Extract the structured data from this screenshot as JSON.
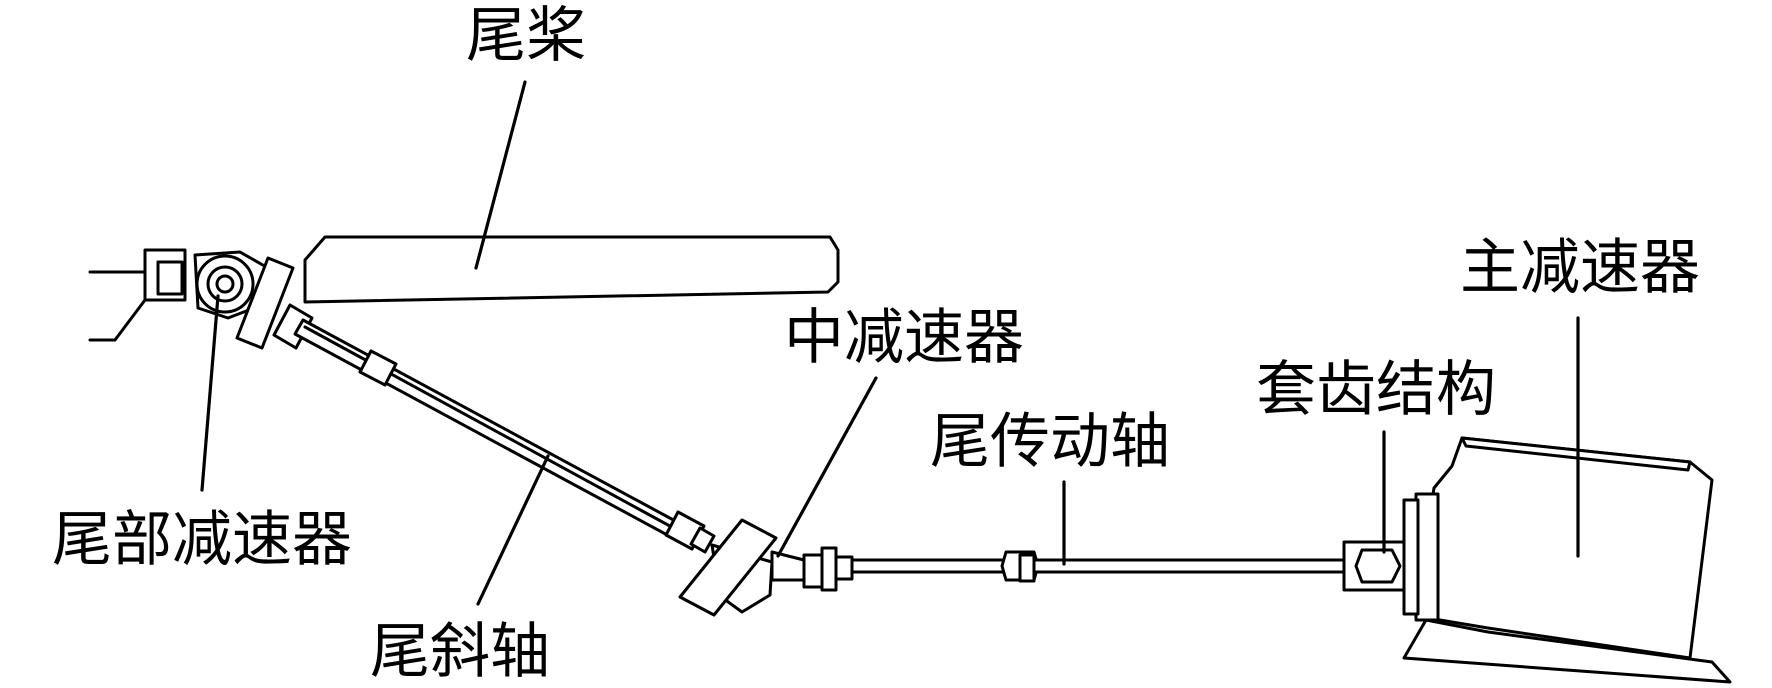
{
  "labels": {
    "tail_rotor": "尾桨",
    "tail_gearbox": "尾部减速器",
    "inclined_shaft": "尾斜轴",
    "intermediate_gearbox": "中减速器",
    "tail_drive_shaft": "尾传动轴",
    "spline_coupling": "套齿结构",
    "main_gearbox": "主减速器"
  }
}
